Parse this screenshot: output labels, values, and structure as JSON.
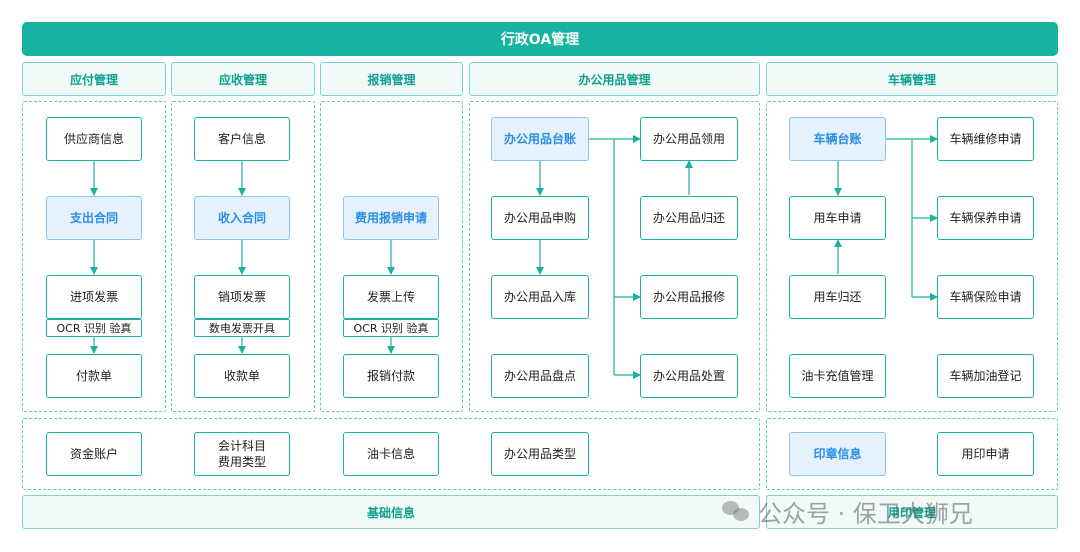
{
  "title": "行政OA管理",
  "modules": {
    "payable": "应付管理",
    "receivable": "应收管理",
    "reimburse": "报销管理",
    "office": "办公用品管理",
    "vehicle": "车辆管理"
  },
  "payable": {
    "supplier": "供应商信息",
    "contract": "支出合同",
    "invoice": "进项发票",
    "ocr": "OCR 识别 验真",
    "payment": "付款单"
  },
  "receivable": {
    "customer": "客户信息",
    "contract": "收入合同",
    "invoice": "销项发票",
    "einvoice": "数电发票开具",
    "receipt": "收款单"
  },
  "reimburse": {
    "apply": "费用报销申请",
    "upload": "发票上传",
    "ocr": "OCR 识别 验真",
    "pay": "报销付款"
  },
  "office": {
    "ledger": "办公用品台账",
    "purchase": "办公用品申购",
    "stockin": "办公用品入库",
    "inventory": "办公用品盘点",
    "use": "办公用品领用",
    "return": "办公用品归还",
    "repair": "办公用品报修",
    "dispose": "办公用品处置"
  },
  "vehicle": {
    "ledger": "车辆台账",
    "apply": "用车申请",
    "return": "用车归还",
    "fuelcard": "油卡充值管理",
    "maint": "车辆维修申请",
    "care": "车辆保养申请",
    "insurance": "车辆保险申请",
    "refuel": "车辆加油登记"
  },
  "basic": {
    "account": "资金账户",
    "subject_line1": "会计科目",
    "subject_line2": "费用类型",
    "fuelcard": "油卡信息",
    "officetype": "办公用品类型",
    "footer": "基础信息"
  },
  "seal": {
    "info": "印章信息",
    "apply": "用印申请",
    "footer": "用印管理"
  },
  "watermark": "公众号 · 保卫大狮兄"
}
